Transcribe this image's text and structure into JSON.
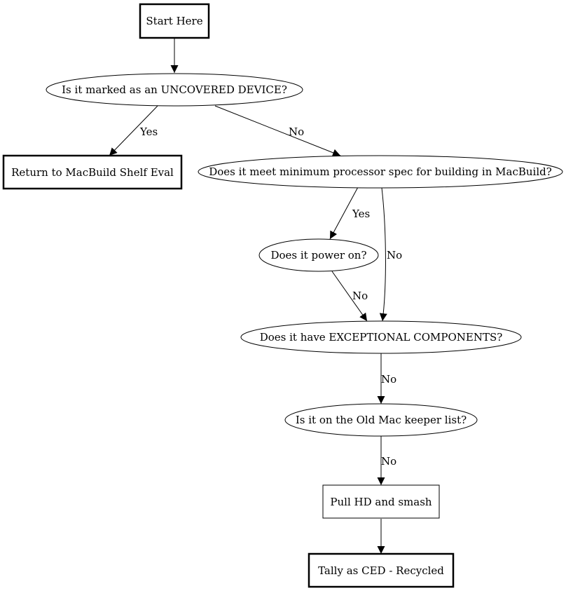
{
  "nodes": {
    "start": "Start Here",
    "q_uncovered": "Is it marked as an UNCOVERED DEVICE?",
    "return_shelf": "Return to MacBuild Shelf Eval",
    "q_processor": "Does it meet minimum processor spec for building in MacBuild?",
    "q_power": "Does it power on?",
    "q_exceptional": "Does it have EXCEPTIONAL COMPONENTS?",
    "q_keeper": "Is it on the Old Mac keeper list?",
    "pull_hd": "Pull HD and smash",
    "tally": "Tally as CED - Recycled"
  },
  "edges": {
    "uncovered_yes": "Yes",
    "uncovered_no": "No",
    "processor_yes": "Yes",
    "processor_no": "No",
    "power_no": "No",
    "exceptional_no": "No",
    "keeper_no": "No"
  }
}
